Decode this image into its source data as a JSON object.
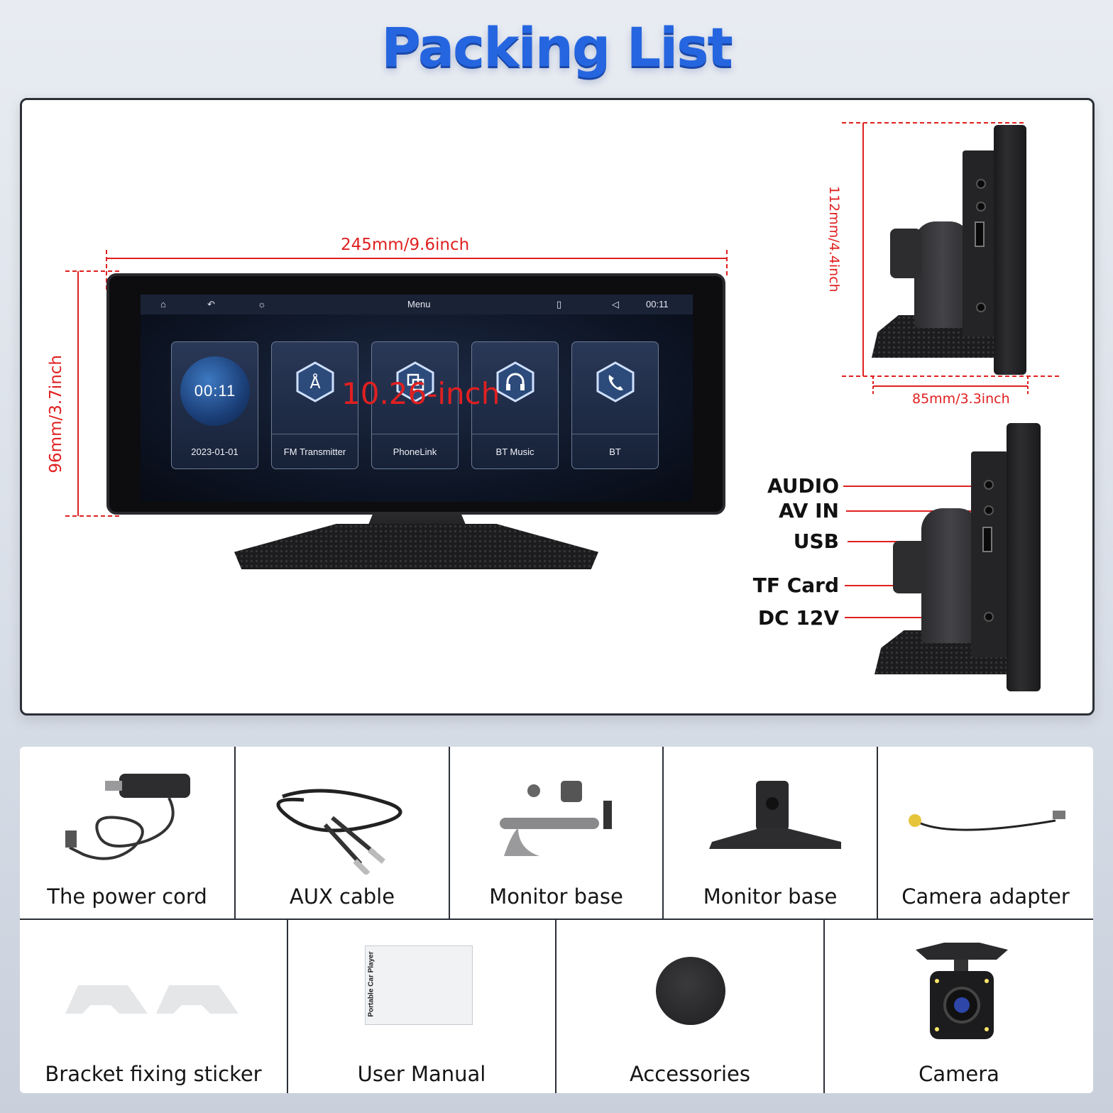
{
  "title": "Packing List",
  "dimensions": {
    "width": "245mm/9.6inch",
    "height": "96mm/3.7inch",
    "diagonal": "10.26-inch",
    "side_height": "112mm/4.4inch",
    "side_depth": "85mm/3.3inch"
  },
  "screen": {
    "menu_label": "Menu",
    "time": "00:11",
    "clock": "00:11",
    "tiles": [
      {
        "label": "2023-01-01"
      },
      {
        "label": "FM Transmitter"
      },
      {
        "label": "PhoneLink"
      },
      {
        "label": "BT Music"
      },
      {
        "label": "BT"
      }
    ]
  },
  "ports": [
    "AUDIO",
    "AV IN",
    "USB",
    "TF Card",
    "DC 12V"
  ],
  "items_row1": [
    "The power cord",
    "AUX cable",
    "Monitor base",
    "Monitor base",
    "Camera adapter"
  ],
  "items_row2": [
    "Bracket fixing sticker",
    "User Manual",
    "Accessories",
    "Camera"
  ],
  "manual_cover_text": "Portable Car Player",
  "colors": {
    "title": "#2566e0",
    "dimension_lines": "#e02020",
    "screen_bg": "#0c1322"
  }
}
